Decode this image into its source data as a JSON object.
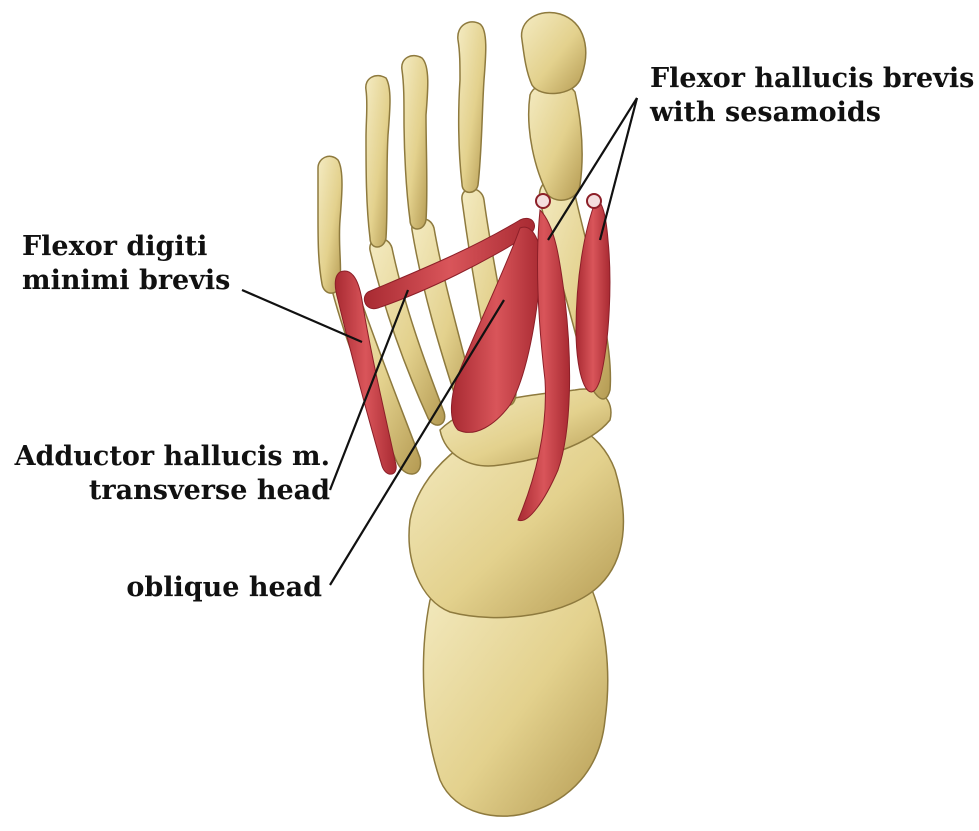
{
  "labels": {
    "fhb": {
      "line1": "Flexor hallucis brevis",
      "line2": "with sesamoids"
    },
    "fdmb": {
      "line1": "Flexor digiti",
      "line2": "minimi brevis"
    },
    "adductor": {
      "line1": "Adductor hallucis m.",
      "line2": "transverse head"
    },
    "oblique": {
      "line1": "oblique head"
    }
  },
  "colors": {
    "bone": "#e3d18d",
    "bone_shadow": "#b49a52",
    "bone_highlight": "#f4ebc2",
    "muscle": "#d2454a",
    "muscle_dark": "#a82a32",
    "tendon": "#f0b6b4",
    "leader_line": "#111111",
    "background": "#ffffff"
  }
}
